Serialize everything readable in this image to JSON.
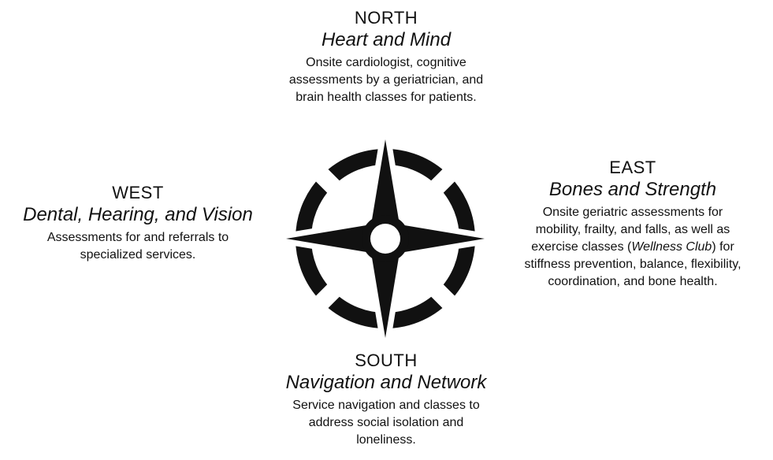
{
  "north": {
    "direction": "NORTH",
    "theme": "Heart and Mind",
    "description_lines": [
      "Onsite cardiologist, cognitive",
      "assessments by a geriatrician, and",
      "brain health classes for patients."
    ]
  },
  "west": {
    "direction": "WEST",
    "theme": "Dental, Hearing, and Vision",
    "description_lines": [
      "Assessments for and referrals to",
      "specialized services."
    ]
  },
  "east": {
    "direction": "EAST",
    "theme": "Bones and Strength",
    "description_lines": [
      "Onsite geriatric assessments for",
      "mobility, frailty, and falls, as well as"
    ],
    "line3_prefix": "exercise classes (",
    "line3_italic": "Wellness Club",
    "line3_suffix": ") for",
    "description_lines_tail": [
      "stiffness prevention, balance, flexibility,",
      "coordination, and bone health."
    ]
  },
  "south": {
    "direction": "SOUTH",
    "theme": "Navigation and Network",
    "description_lines": [
      "Service navigation and classes to",
      "address social isolation and",
      "loneliness."
    ]
  },
  "colors": {
    "ink": "#111111",
    "background": "#ffffff"
  },
  "icons": {
    "center": "compass-rose-icon"
  }
}
